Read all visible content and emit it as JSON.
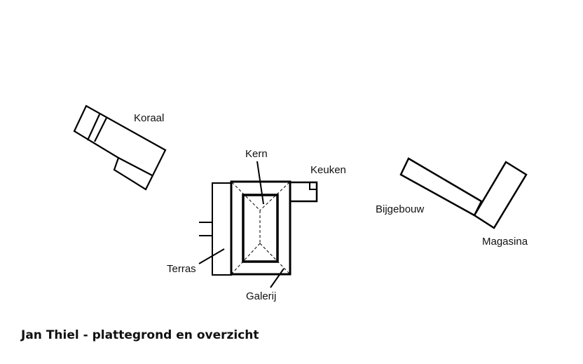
{
  "labels": {
    "koraal": "Koraal",
    "kern": "Kern",
    "keuken": "Keuken",
    "terras": "Terras",
    "galerij": "Galerij",
    "bijgebouw": "Bijgebouw",
    "magasina": "Magasina"
  },
  "caption": "Jan Thiel - plattegrond en overzicht"
}
